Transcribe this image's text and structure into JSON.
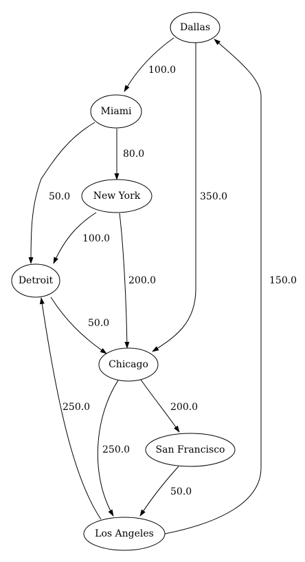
{
  "graph": {
    "nodes": [
      {
        "id": "dallas",
        "label": "Dallas"
      },
      {
        "id": "miami",
        "label": "Miami"
      },
      {
        "id": "newyork",
        "label": "New York"
      },
      {
        "id": "detroit",
        "label": "Detroit"
      },
      {
        "id": "chicago",
        "label": "Chicago"
      },
      {
        "id": "sanfrancisco",
        "label": "San Francisco"
      },
      {
        "id": "losangeles",
        "label": "Los Angeles"
      }
    ],
    "edges": [
      {
        "from": "dallas",
        "to": "miami",
        "weight": "100.0"
      },
      {
        "from": "dallas",
        "to": "chicago",
        "weight": "350.0"
      },
      {
        "from": "miami",
        "to": "newyork",
        "weight": "80.0"
      },
      {
        "from": "miami",
        "to": "detroit",
        "weight": "50.0"
      },
      {
        "from": "newyork",
        "to": "detroit",
        "weight": "100.0"
      },
      {
        "from": "newyork",
        "to": "chicago",
        "weight": "200.0"
      },
      {
        "from": "detroit",
        "to": "chicago",
        "weight": "50.0"
      },
      {
        "from": "chicago",
        "to": "sanfrancisco",
        "weight": "200.0"
      },
      {
        "from": "chicago",
        "to": "losangeles",
        "weight": "250.0"
      },
      {
        "from": "sanfrancisco",
        "to": "losangeles",
        "weight": "50.0"
      },
      {
        "from": "losangeles",
        "to": "detroit",
        "weight": "250.0"
      },
      {
        "from": "losangeles",
        "to": "dallas",
        "weight": "150.0"
      }
    ]
  }
}
